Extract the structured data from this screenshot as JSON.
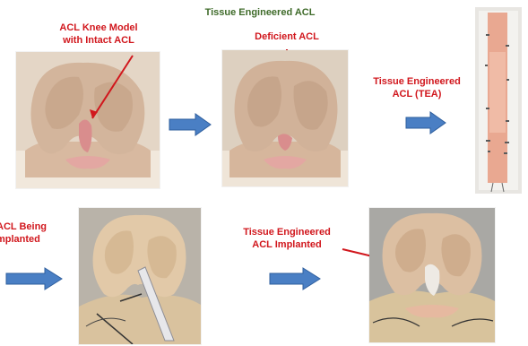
{
  "title": "Tissue Engineered ACL",
  "labels": {
    "knee_model": [
      "ACL Knee Model",
      "with Intact ACL"
    ],
    "deficient": "Deficient ACL",
    "tea": [
      "Tissue Engineered",
      "ACL (TEA)"
    ],
    "implanting": [
      "ACL Being",
      "mplanted"
    ],
    "implanted": [
      "Tissue Engineered",
      "ACL Implanted"
    ]
  },
  "colors": {
    "label_red": "#d1171d",
    "title_green": "#3f6b2a",
    "arrow_blue": "#4a7fc4",
    "arrow_outline": "#2f5f9e"
  },
  "icons": {
    "step_arrow": "right-block-arrow",
    "callout": "red-pointer-line"
  }
}
